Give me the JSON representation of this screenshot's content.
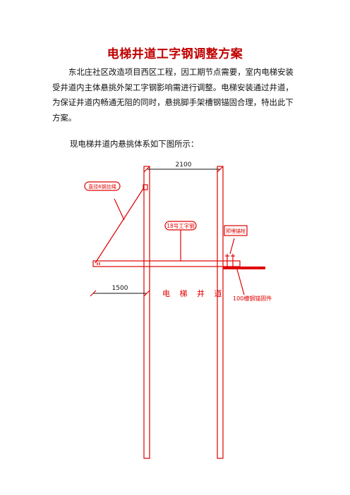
{
  "document": {
    "title": "电梯井道工字钢调整方案",
    "paragraph": "东北庄社区改造项目西区工程，因工期节点需要，室内电梯安装受井道内主体悬挑外架工字钢影响需进行调整。电梯安装通过井道，为保证井道内畅通无阻的同时，悬挑脚手架槽钢锚固合理，特出此下方案。",
    "figure_intro": "现电梯井道内悬挑体系如下图所示："
  },
  "diagram": {
    "dim_top": "2100",
    "dim_left": "1500",
    "label_wire": "直径6钢丝绳",
    "label_ibeam": "18号工字钢",
    "label_anchor": "预埋锚栓",
    "label_shaft": "电 梯 井 道",
    "label_channel": "100槽钢锚固件"
  }
}
